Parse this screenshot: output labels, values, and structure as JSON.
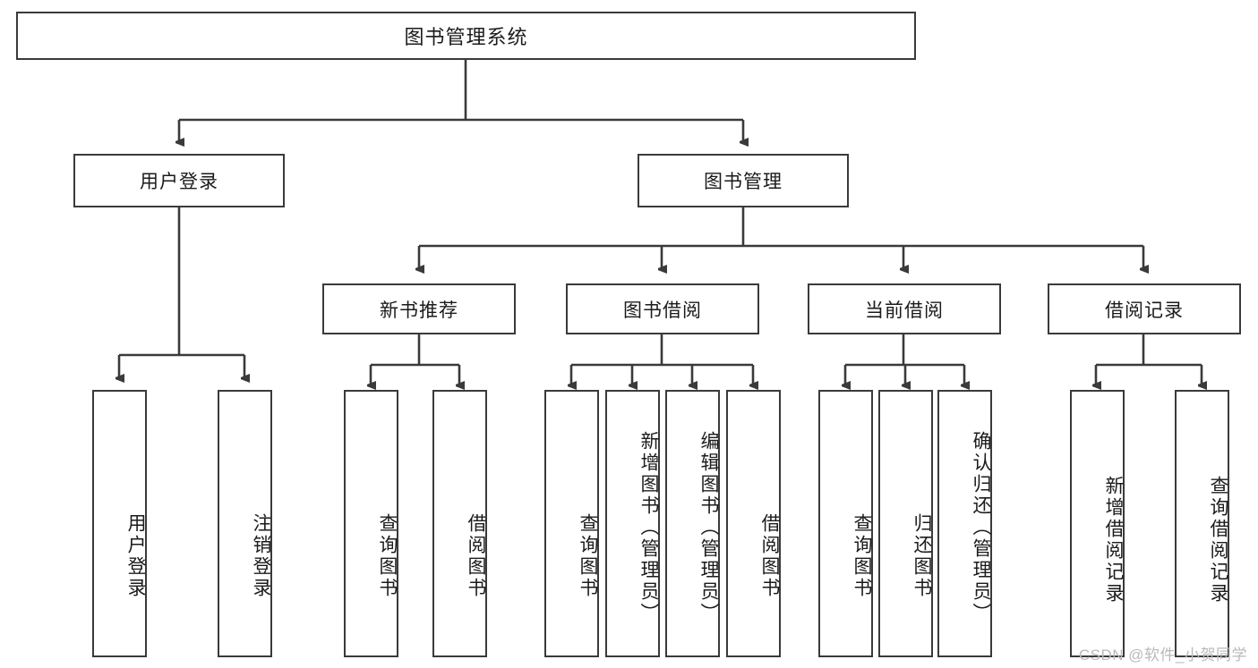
{
  "diagram": {
    "title": "图书管理系统",
    "watermark": "CSDN @软件_小贺同学",
    "root": {
      "label": "图书管理系统"
    },
    "level1": [
      {
        "label": "用户登录"
      },
      {
        "label": "图书管理"
      }
    ],
    "level2": [
      {
        "label": "新书推荐"
      },
      {
        "label": "图书借阅"
      },
      {
        "label": "当前借阅"
      },
      {
        "label": "借阅记录"
      }
    ],
    "leaves": {
      "user_login": [
        {
          "label": "用户登录"
        },
        {
          "label": "注销登录"
        }
      ],
      "new_book_recommend": [
        {
          "label": "查询图书"
        },
        {
          "label": "借阅图书"
        }
      ],
      "book_borrow": [
        {
          "label": "查询图书"
        },
        {
          "label": "新增图书（管理员）"
        },
        {
          "label": "编辑图书（管理员）"
        },
        {
          "label": "借阅图书"
        }
      ],
      "current_borrow": [
        {
          "label": "查询图书"
        },
        {
          "label": "归还图书"
        },
        {
          "label": "确认归还（管理员）"
        }
      ],
      "borrow_record": [
        {
          "label": "新增借阅记录"
        },
        {
          "label": "查询借阅记录"
        }
      ]
    },
    "colors": {
      "stroke": "#3a3a3a",
      "text": "#1b1b1b",
      "background": "#ffffff",
      "watermark": "#b9b9b9"
    }
  }
}
